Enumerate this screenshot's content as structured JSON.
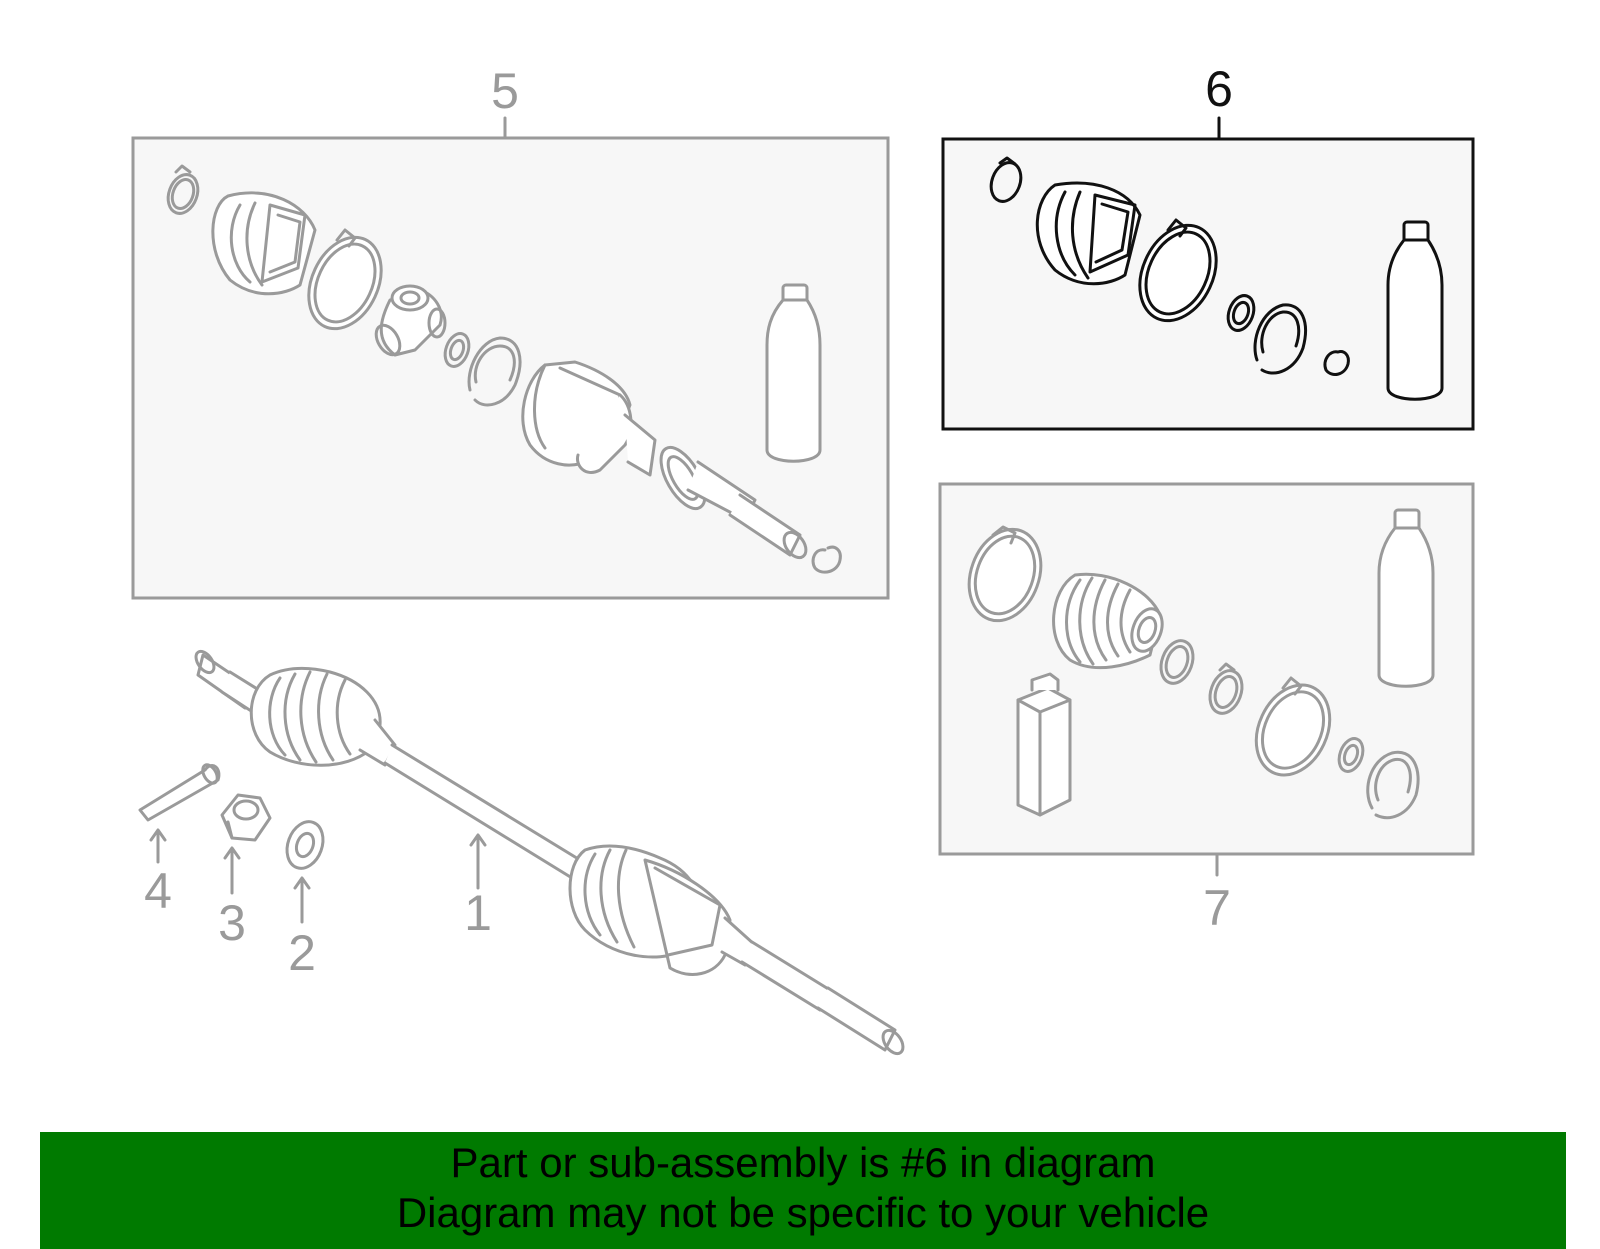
{
  "callouts": {
    "c1": "1",
    "c2": "2",
    "c3": "3",
    "c4": "4",
    "c5": "5",
    "c6": "6",
    "c7": "7"
  },
  "highlighted_callout": "6",
  "banner": {
    "line1": "Part or sub-assembly is #6 in diagram",
    "line2": "Diagram may not be specific to your vehicle",
    "background_color": "#007a00"
  },
  "colors": {
    "inactive_parts": "#9a9a9a",
    "highlighted_parts": "#111111",
    "box_fill": "#f7f7f7"
  }
}
